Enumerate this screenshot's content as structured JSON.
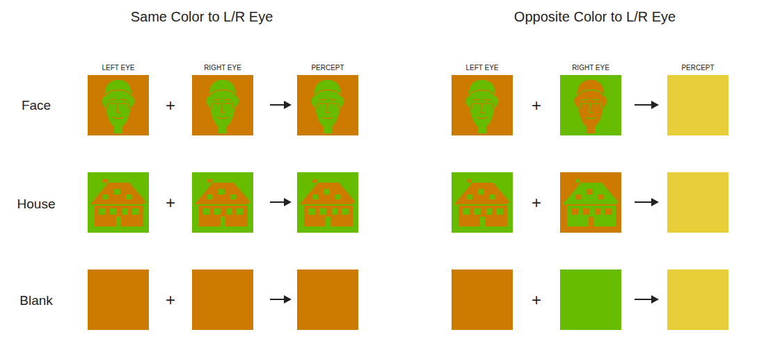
{
  "diagram": {
    "labels": [
      "Same Color to L/R Eye",
      "Opposite Color to L/R Eye",
      "LEFT EYE",
      "RIGHT EYE",
      "PERCEPT",
      "LEFT EYE",
      "RIGHT EYE",
      "PERCEPT",
      "Face",
      "+",
      "+",
      "House",
      "+",
      "+",
      "Blank",
      "+",
      "+"
    ]
  }
}
